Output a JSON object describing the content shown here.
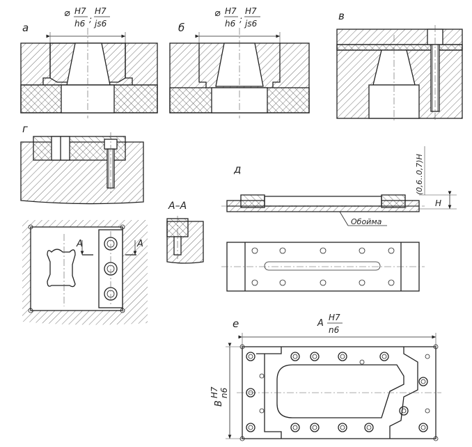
{
  "figure_a": {
    "label": "а",
    "fit_dia": "⌀",
    "fit_h_num": "H7",
    "fit_h_den": "h6",
    "fit_js_num": "H7",
    "fit_js_den": "js6"
  },
  "figure_b": {
    "label": "б",
    "fit_dia": "⌀",
    "fit_h_num": "H7",
    "fit_h_den": "h6",
    "fit_js_num": "H7",
    "fit_js_den": "js6"
  },
  "figure_v": {
    "label": "в"
  },
  "figure_g": {
    "label": "г",
    "marker_left": "A",
    "marker_right": "A"
  },
  "section": {
    "label": "А–А"
  },
  "figure_d": {
    "label": "д",
    "dim_vertical": "(0,6..0,7)H",
    "dim_h": "H",
    "leader": "Обойма"
  },
  "figure_e": {
    "label": "е",
    "fit_top_letter": "A",
    "fit_top_num": "H7",
    "fit_top_den": "n6",
    "fit_side_letter": "B",
    "fit_side_num": "H7",
    "fit_side_den": "n6"
  }
}
